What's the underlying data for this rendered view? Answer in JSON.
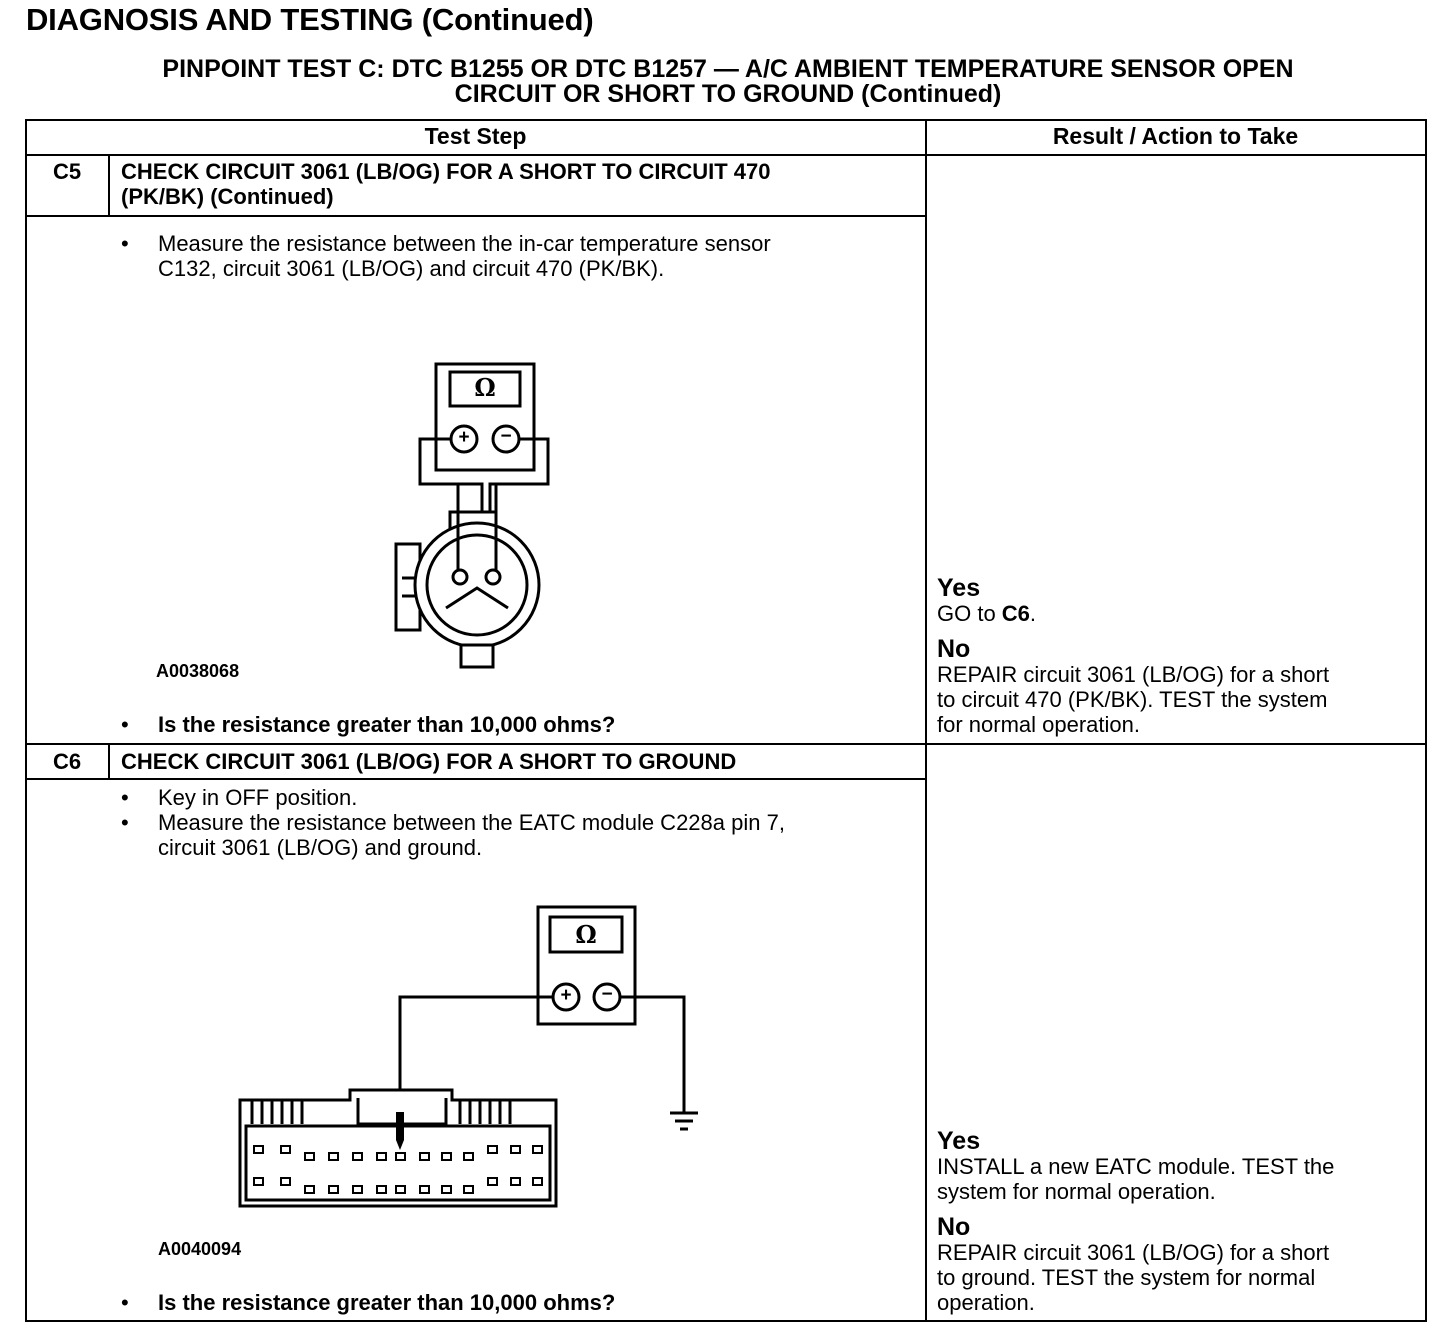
{
  "header": {
    "title": "DIAGNOSIS AND TESTING (Continued)",
    "subtitle_line1": "PINPOINT TEST C: DTC B1255 OR DTC B1257 — A/C AMBIENT TEMPERATURE SENSOR OPEN",
    "subtitle_line2": "CIRCUIT OR SHORT TO GROUND (Continued)"
  },
  "table": {
    "col_test_step": "Test Step",
    "col_result": "Result / Action to Take"
  },
  "steps": [
    {
      "id": "C5",
      "title_line1": "CHECK CIRCUIT 3061 (LB/OG) FOR A SHORT TO CIRCUIT 470",
      "title_line2": "(PK/BK) (Continued)",
      "bullet": "•",
      "instruction_line1": "Measure the resistance between the in-car temperature sensor",
      "instruction_line2": "C132, circuit 3061 (LB/OG) and circuit 470 (PK/BK).",
      "figure_id": "A0038068",
      "meter_symbol": "Ω",
      "plus": "+",
      "minus": "−",
      "question": "Is the resistance greater than 10,000 ohms?",
      "yes_label": "Yes",
      "yes_text_prefix": "GO to ",
      "yes_text_ref": "C6",
      "yes_text_suffix": ".",
      "no_label": "No",
      "no_line1": "REPAIR circuit 3061 (LB/OG) for a short",
      "no_line2": "to circuit 470 (PK/BK). TEST the system",
      "no_line3": "for normal operation."
    },
    {
      "id": "C6",
      "title_line1": "CHECK CIRCUIT 3061 (LB/OG) FOR A SHORT TO GROUND",
      "bullet": "•",
      "instruction1": "Key in OFF position.",
      "instruction2_line1": "Measure the resistance between the EATC module C228a pin 7,",
      "instruction2_line2": "circuit 3061 (LB/OG) and ground.",
      "figure_id": "A0040094",
      "meter_symbol": "Ω",
      "plus": "+",
      "minus": "−",
      "question": "Is the resistance greater than 10,000 ohms?",
      "yes_label": "Yes",
      "yes_line1": "INSTALL a new EATC module. TEST the",
      "yes_line2": "system for normal operation.",
      "no_label": "No",
      "no_line1": "REPAIR circuit 3061 (LB/OG) for a short",
      "no_line2": "to ground. TEST the system for normal",
      "no_line3": "operation."
    }
  ]
}
